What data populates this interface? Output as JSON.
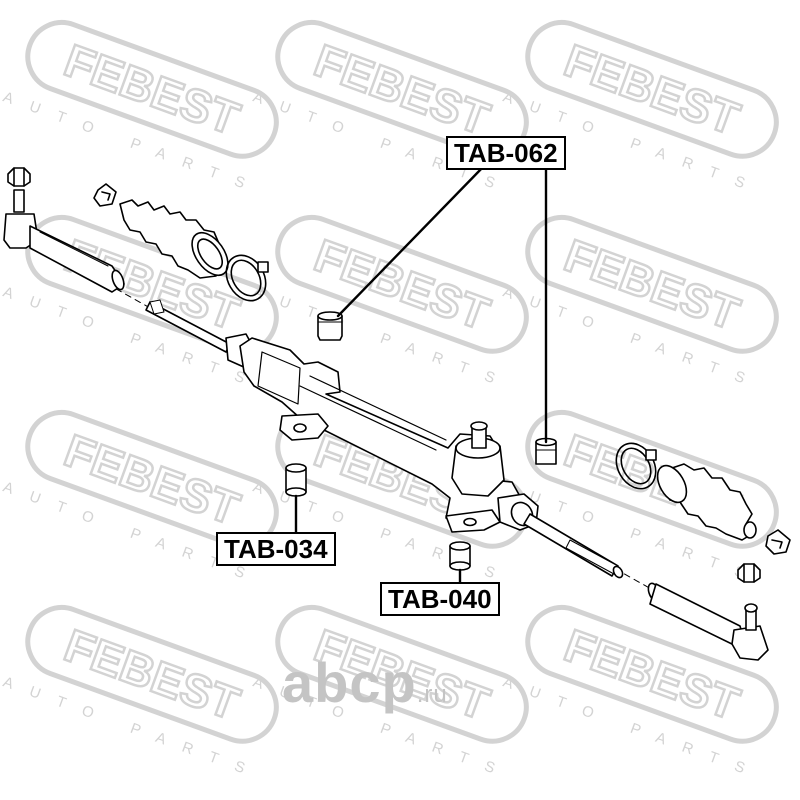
{
  "watermark": {
    "brand": "FEBEST",
    "tagline": "AUTO PARTS",
    "color": "#d3d3d3"
  },
  "site_watermark": {
    "name": "abcp",
    "suffix": ".ru",
    "color": "#c4c4c4"
  },
  "labels": [
    {
      "id": "tab062",
      "text": "TAB-062"
    },
    {
      "id": "tab034",
      "text": "TAB-034"
    },
    {
      "id": "tab040",
      "text": "TAB-040"
    }
  ],
  "colors": {
    "line": "#000000",
    "background": "#ffffff"
  }
}
